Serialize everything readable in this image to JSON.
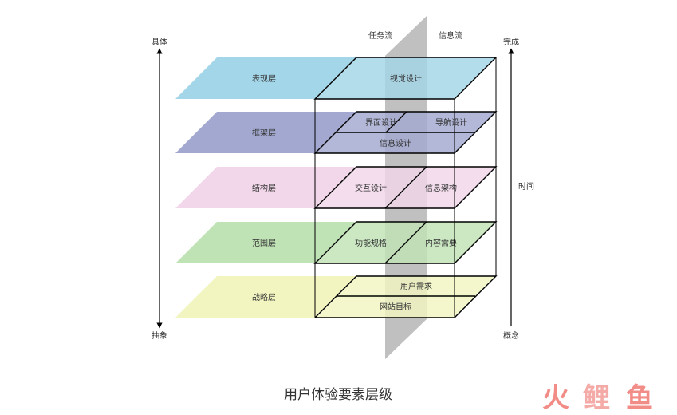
{
  "flows": {
    "task": "任务流",
    "info": "信息流"
  },
  "axis_left": {
    "top": "具体",
    "bottom": "抽象"
  },
  "axis_right": {
    "top": "完成",
    "middle": "时间",
    "bottom": "概念"
  },
  "layers": [
    {
      "name": "表现层",
      "color": "#a3d6e8",
      "items": [
        "视觉设计"
      ]
    },
    {
      "name": "框架层",
      "color": "#a2a8cf",
      "items": [
        "界面设计",
        "导航设计",
        "信息设计"
      ]
    },
    {
      "name": "结构层",
      "color": "#f2d7ea",
      "items": [
        "交互设计",
        "信息架构"
      ]
    },
    {
      "name": "范围层",
      "color": "#c0e3b6",
      "items": [
        "功能规格",
        "内容需要"
      ]
    },
    {
      "name": "战略层",
      "color": "#f2f5c0",
      "items": [
        "用户需求",
        "网站目标"
      ]
    }
  ],
  "caption": "用户体验要素层级",
  "logo": {
    "chars": [
      "火",
      "鲤",
      "鱼"
    ],
    "colors": [
      "#f28c87",
      "#f4aaa6",
      "#f28c87"
    ]
  },
  "colors": {
    "divider": "#c0c0c0",
    "outline": "#000000"
  }
}
